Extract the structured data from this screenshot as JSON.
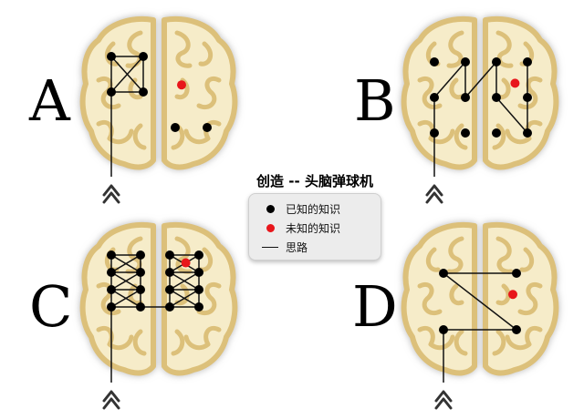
{
  "title": "创造 -- 头脑弹球机",
  "colors": {
    "known": "#000000",
    "unknown": "#e8161b",
    "path": "#111111",
    "brain_fill": "#f6ecc9",
    "brain_stroke": "#dcc07a",
    "brain_shadow": "#bdbdbd"
  },
  "legend": [
    {
      "label": "已知的知识",
      "symbol": "dot",
      "color": "#000000"
    },
    {
      "label": "未知的知识",
      "symbol": "dot",
      "color": "#e8161b"
    },
    {
      "label": "思路",
      "symbol": "line",
      "color": "#111111"
    }
  ],
  "panels": [
    {
      "label": "A",
      "known": [
        [
          0,
          0
        ],
        [
          1,
          0
        ],
        [
          0,
          1
        ],
        [
          1,
          1
        ],
        [
          2,
          2
        ],
        [
          3,
          2
        ]
      ],
      "unknown": [
        [
          2.2,
          0.8
        ]
      ],
      "edges": [
        [
          0,
          1
        ],
        [
          0,
          2
        ],
        [
          1,
          3
        ],
        [
          2,
          3
        ],
        [
          0,
          3
        ],
        [
          1,
          2
        ]
      ],
      "entry_node": 2
    },
    {
      "label": "B",
      "known": [
        [
          0,
          0
        ],
        [
          1,
          0
        ],
        [
          2,
          0
        ],
        [
          3,
          0
        ],
        [
          0,
          1
        ],
        [
          1,
          1
        ],
        [
          2,
          1
        ],
        [
          3,
          1
        ],
        [
          0,
          2
        ],
        [
          1,
          2
        ],
        [
          2,
          2
        ],
        [
          3,
          2
        ]
      ],
      "unknown": [
        [
          2.6,
          0.6
        ]
      ],
      "edges": [
        [
          8,
          4
        ],
        [
          4,
          1
        ],
        [
          1,
          5
        ],
        [
          5,
          2
        ],
        [
          2,
          6
        ],
        [
          6,
          11
        ],
        [
          11,
          3
        ]
      ],
      "entry_node": 8
    },
    {
      "label": "C",
      "known": [
        [
          0,
          0
        ],
        [
          1,
          0
        ],
        [
          0,
          1
        ],
        [
          1,
          1
        ],
        [
          0,
          2
        ],
        [
          1,
          2
        ],
        [
          0,
          3
        ],
        [
          1,
          3
        ],
        [
          2,
          0
        ],
        [
          3,
          0
        ],
        [
          2,
          1
        ],
        [
          3,
          1
        ],
        [
          2,
          2
        ],
        [
          3,
          2
        ],
        [
          2,
          3
        ],
        [
          3,
          3
        ]
      ],
      "unknown": [
        [
          2.55,
          0.45
        ]
      ],
      "edges": [
        [
          0,
          1
        ],
        [
          2,
          3
        ],
        [
          4,
          5
        ],
        [
          6,
          7
        ],
        [
          0,
          3
        ],
        [
          1,
          2
        ],
        [
          2,
          5
        ],
        [
          3,
          4
        ],
        [
          4,
          7
        ],
        [
          5,
          6
        ],
        [
          0,
          2
        ],
        [
          2,
          4
        ],
        [
          4,
          6
        ],
        [
          1,
          3
        ],
        [
          3,
          5
        ],
        [
          5,
          7
        ],
        [
          8,
          9
        ],
        [
          10,
          11
        ],
        [
          12,
          13
        ],
        [
          14,
          15
        ],
        [
          8,
          11
        ],
        [
          9,
          10
        ],
        [
          10,
          13
        ],
        [
          11,
          12
        ],
        [
          12,
          15
        ],
        [
          13,
          14
        ],
        [
          8,
          10
        ],
        [
          10,
          12
        ],
        [
          12,
          14
        ],
        [
          9,
          11
        ],
        [
          11,
          13
        ],
        [
          13,
          15
        ],
        [
          7,
          14
        ]
      ],
      "entry_node": 6
    },
    {
      "label": "D",
      "known": [
        [
          0,
          0
        ],
        [
          2,
          0
        ],
        [
          0,
          2
        ],
        [
          2,
          2
        ]
      ],
      "unknown": [
        [
          1.9,
          0.75
        ]
      ],
      "edges": [
        [
          0,
          1
        ],
        [
          0,
          3
        ],
        [
          2,
          3
        ]
      ],
      "entry_node": 2
    }
  ]
}
